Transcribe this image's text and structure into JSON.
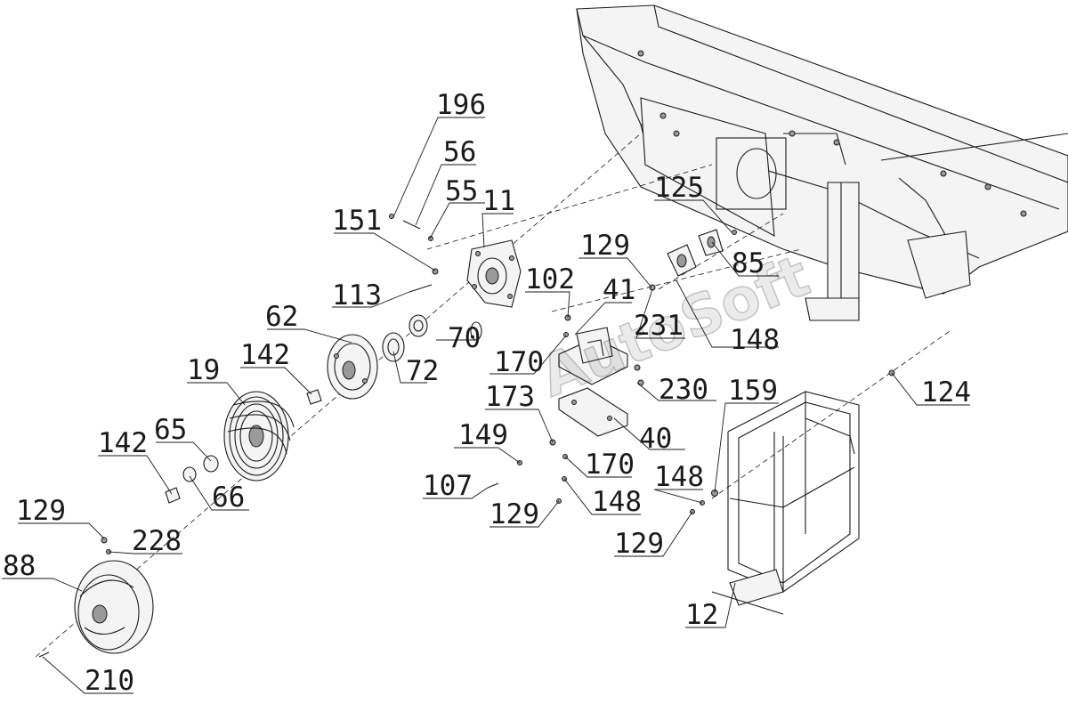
{
  "callouts": [
    {
      "id": "c196",
      "label": "196"
    },
    {
      "id": "c56",
      "label": "56"
    },
    {
      "id": "c55",
      "label": "55"
    },
    {
      "id": "c11",
      "label": "11"
    },
    {
      "id": "c151",
      "label": "151"
    },
    {
      "id": "c113",
      "label": "113"
    },
    {
      "id": "c62",
      "label": "62"
    },
    {
      "id": "c142a",
      "label": "142"
    },
    {
      "id": "c19",
      "label": "19"
    },
    {
      "id": "c65",
      "label": "65"
    },
    {
      "id": "c142b",
      "label": "142"
    },
    {
      "id": "c66",
      "label": "66"
    },
    {
      "id": "c129a",
      "label": "129"
    },
    {
      "id": "c228",
      "label": "228"
    },
    {
      "id": "c88",
      "label": "88"
    },
    {
      "id": "c210",
      "label": "210"
    },
    {
      "id": "c125",
      "label": "125"
    },
    {
      "id": "c129b",
      "label": "129"
    },
    {
      "id": "c85",
      "label": "85"
    },
    {
      "id": "c102",
      "label": "102"
    },
    {
      "id": "c41",
      "label": "41"
    },
    {
      "id": "c231",
      "label": "231"
    },
    {
      "id": "c148a",
      "label": "148"
    },
    {
      "id": "c70",
      "label": "70"
    },
    {
      "id": "c72",
      "label": "72"
    },
    {
      "id": "c170a",
      "label": "170"
    },
    {
      "id": "c230",
      "label": "230"
    },
    {
      "id": "c173",
      "label": "173"
    },
    {
      "id": "c40",
      "label": "40"
    },
    {
      "id": "c149",
      "label": "149"
    },
    {
      "id": "c170b",
      "label": "170"
    },
    {
      "id": "c107",
      "label": "107"
    },
    {
      "id": "c148b",
      "label": "148"
    },
    {
      "id": "c129c",
      "label": "129"
    },
    {
      "id": "c148c",
      "label": "148"
    },
    {
      "id": "c159",
      "label": "159"
    },
    {
      "id": "c129d",
      "label": "129"
    },
    {
      "id": "c124",
      "label": "124"
    },
    {
      "id": "c12",
      "label": "12"
    }
  ],
  "watermark": "AutoSoft"
}
